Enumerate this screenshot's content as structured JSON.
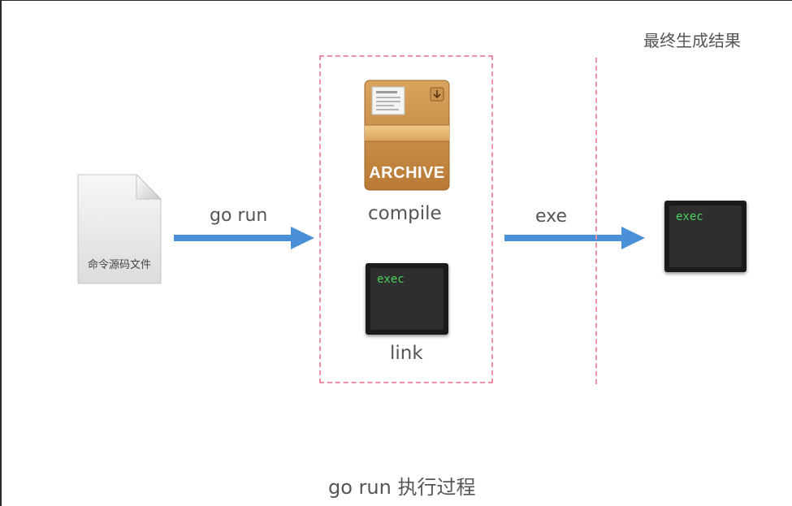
{
  "header": {
    "final_result_label": "最终生成结果"
  },
  "source_file": {
    "label": "命令源码文件"
  },
  "arrows": {
    "go_run_label": "go run",
    "exe_label": "exe"
  },
  "process": {
    "archive_icon_text": "ARCHIVE",
    "compile_label": "compile",
    "link_terminal_text": "exec",
    "link_label": "link"
  },
  "result": {
    "terminal_text": "exec"
  },
  "caption": "go run 执行过程",
  "colors": {
    "arrow": "#4a90d9",
    "dashed_border": "#ee8fa6",
    "terminal_text": "#49d35c",
    "label_text": "#555555"
  }
}
